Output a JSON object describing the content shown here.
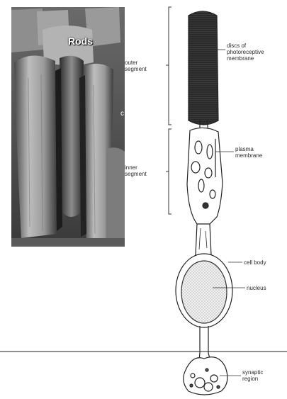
{
  "photo": {
    "label": "Rods",
    "edge_tick": "c"
  },
  "diagram": {
    "left_labels": {
      "outer_segment": "outer\nsegment",
      "inner_segment": "inner\nsegment"
    },
    "right_labels": {
      "discs": "discs of\nphotoreceptive\nmembrane",
      "plasma_membrane": "plasma\nmembrane",
      "cell_body": "cell body",
      "nucleus": "nucleus",
      "synaptic_region": "synaptic\nregion"
    }
  }
}
